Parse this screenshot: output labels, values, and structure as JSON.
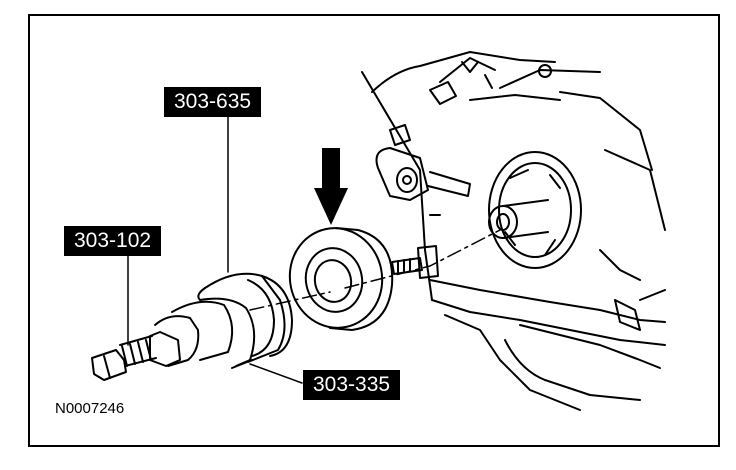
{
  "figure": {
    "callouts": {
      "tool_635": "303-635",
      "tool_102": "303-102",
      "tool_335": "303-335"
    },
    "reference_number": "N0007246"
  },
  "colors": {
    "ink": "#000000",
    "paper": "#ffffff"
  }
}
